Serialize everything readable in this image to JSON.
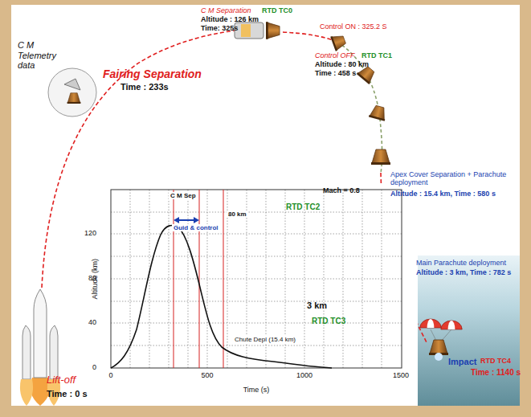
{
  "diagram": {
    "labels": [
      "C M Telemetry data",
      "Fairing Separation",
      "Time : 233s",
      "C M Separation",
      "RTD TC0",
      "Altitude : 126 km",
      "Time: 325s",
      "Control ON : 325.2 S",
      "Control OFF",
      "RTD TC1",
      "Altitude : 80 km",
      "Time : 458 s",
      "Apex Cover Separation + Parachute deployment",
      "Altitude : 15.4 km, Time : 580 s",
      "Mach = 0.8",
      "RTD TC2",
      "Main Parachute deployment",
      "Altitude : 3 km, Time : 782 s",
      "3 km",
      "RTD TC3",
      "Impact",
      "RTD TC4",
      "Time : 1140 s",
      "Lift-off",
      "Time : 0 s",
      "C M Sep",
      "Guid & control",
      "80 km",
      "Chute Depl (15.4 km)",
      "0",
      "40",
      "80",
      "120",
      "0",
      "500",
      "1000",
      "1500",
      "Altitude (km)",
      "Time (s)"
    ]
  }
}
